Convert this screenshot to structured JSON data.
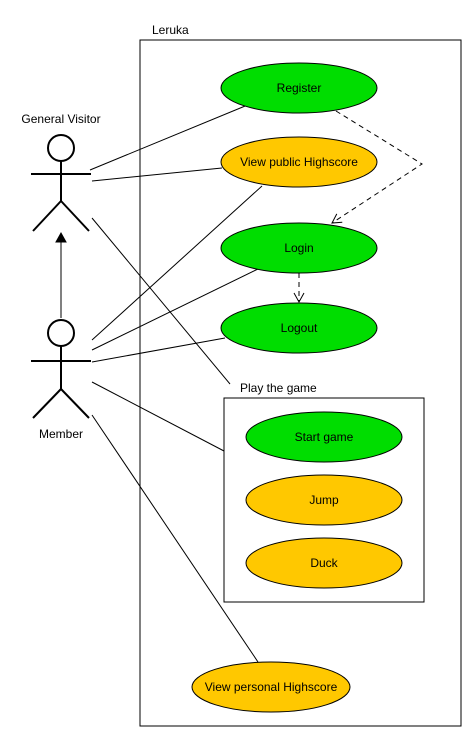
{
  "system": {
    "name": "Leruka"
  },
  "actors": {
    "general_visitor": "General Visitor",
    "member": "Member"
  },
  "package": {
    "name": "Play the game"
  },
  "use_cases": {
    "register": "Register",
    "view_public_highscore": "View public Highscore",
    "login": "Login",
    "logout": "Logout",
    "start_game": "Start game",
    "jump": "Jump",
    "duck": "Duck",
    "view_personal_highscore": "View personal Highscore"
  },
  "colors": {
    "green": "#00dd00",
    "orange": "#ffc800",
    "stroke": "#000000"
  }
}
